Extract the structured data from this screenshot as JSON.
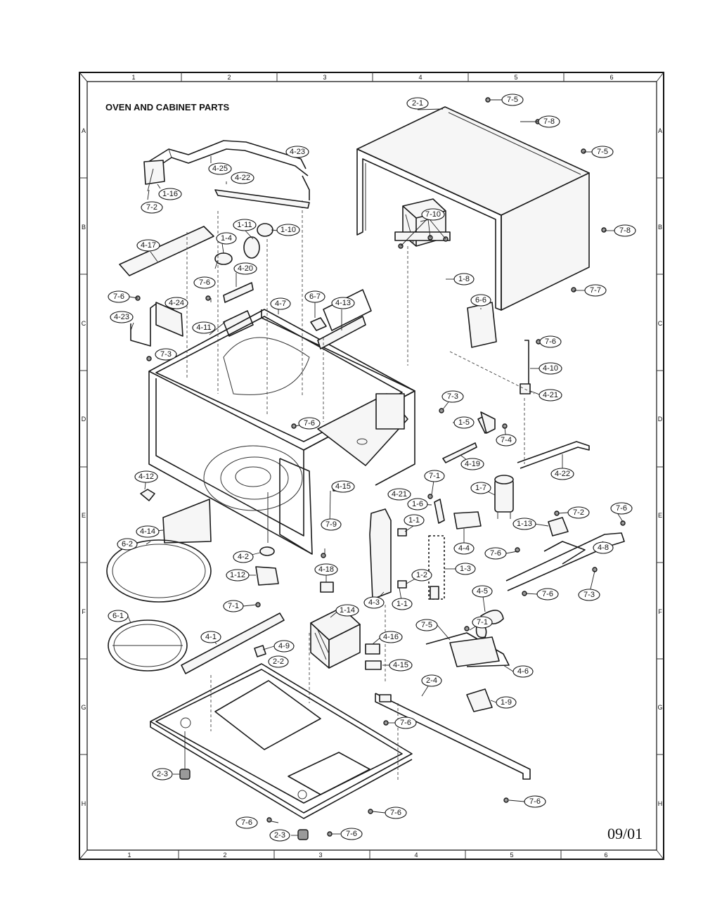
{
  "title": "OVEN AND CABINET PARTS",
  "date_code": "09/01",
  "grid": {
    "columns": [
      "1",
      "2",
      "3",
      "4",
      "5",
      "6"
    ],
    "rows": [
      "A",
      "B",
      "C",
      "D",
      "E",
      "F",
      "G",
      "H"
    ]
  },
  "labels": {
    "l_7_5a": "7-5",
    "l_2_1": "2-1",
    "l_7_8a": "7-8",
    "l_7_5b": "7-5",
    "l_4_23a": "4-23",
    "l_4_25": "4-25",
    "l_4_22a": "4-22",
    "l_1_16": "1-16",
    "l_7_2a": "7-2",
    "l_1_11": "1-11",
    "l_1_10": "1-10",
    "l_1_4": "1-4",
    "l_7_8b": "7-8",
    "l_7_10": "7-10",
    "l_4_17": "4-17",
    "l_4_20": "4-20",
    "l_7_6a": "7-6",
    "l_1_8": "1-8",
    "l_7_7": "7-7",
    "l_7_6b": "7-6",
    "l_4_24": "4-24",
    "l_4_7": "4-7",
    "l_6_7": "6-7",
    "l_4_13": "4-13",
    "l_6_6": "6-6",
    "l_4_23b": "4-23",
    "l_4_11": "4-11",
    "l_7_3a": "7-3",
    "l_7_6c": "7-6",
    "l_4_10": "4-10",
    "l_4_21a": "4-21",
    "l_7_3b": "7-3",
    "l_1_5": "1-5",
    "l_7_6d": "7-6",
    "l_7_4": "7-4",
    "l_4_19": "4-19",
    "l_4_22b": "4-22",
    "l_4_12": "4-12",
    "l_4_15a": "4-15",
    "l_4_21b": "4-21",
    "l_7_1a": "7-1",
    "l_1_7": "1-7",
    "l_1_6": "1-6",
    "l_7_2b": "7-2",
    "l_7_6e": "7-6",
    "l_4_14": "4-14",
    "l_7_9": "7-9",
    "l_1_1a": "1-1",
    "l_1_13": "1-13",
    "l_4_4": "4-4",
    "l_4_8": "4-8",
    "l_7_6f": "7-6",
    "l_6_2": "6-2",
    "l_4_2": "4-2",
    "l_4_18": "4-18",
    "l_1_2": "1-2",
    "l_1_3": "1-3",
    "l_1_12": "1-12",
    "l_4_5": "4-5",
    "l_7_6g": "7-6",
    "l_7_3c": "7-3",
    "l_7_1b": "7-1",
    "l_4_3": "4-3",
    "l_1_1b": "1-1",
    "l_6_1": "6-1",
    "l_1_14": "1-14",
    "l_7_5c": "7-5",
    "l_7_1c": "7-1",
    "l_4_1": "4-1",
    "l_4_9": "4-9",
    "l_4_16": "4-16",
    "l_2_2": "2-2",
    "l_4_15b": "4-15",
    "l_4_6": "4-6",
    "l_2_4": "2-4",
    "l_1_9": "1-9",
    "l_7_6h": "7-6",
    "l_2_3a": "2-3",
    "l_7_6i": "7-6",
    "l_7_6j": "7-6",
    "l_7_6k": "7-6",
    "l_2_3b": "2-3",
    "l_7_6l": "7-6"
  }
}
